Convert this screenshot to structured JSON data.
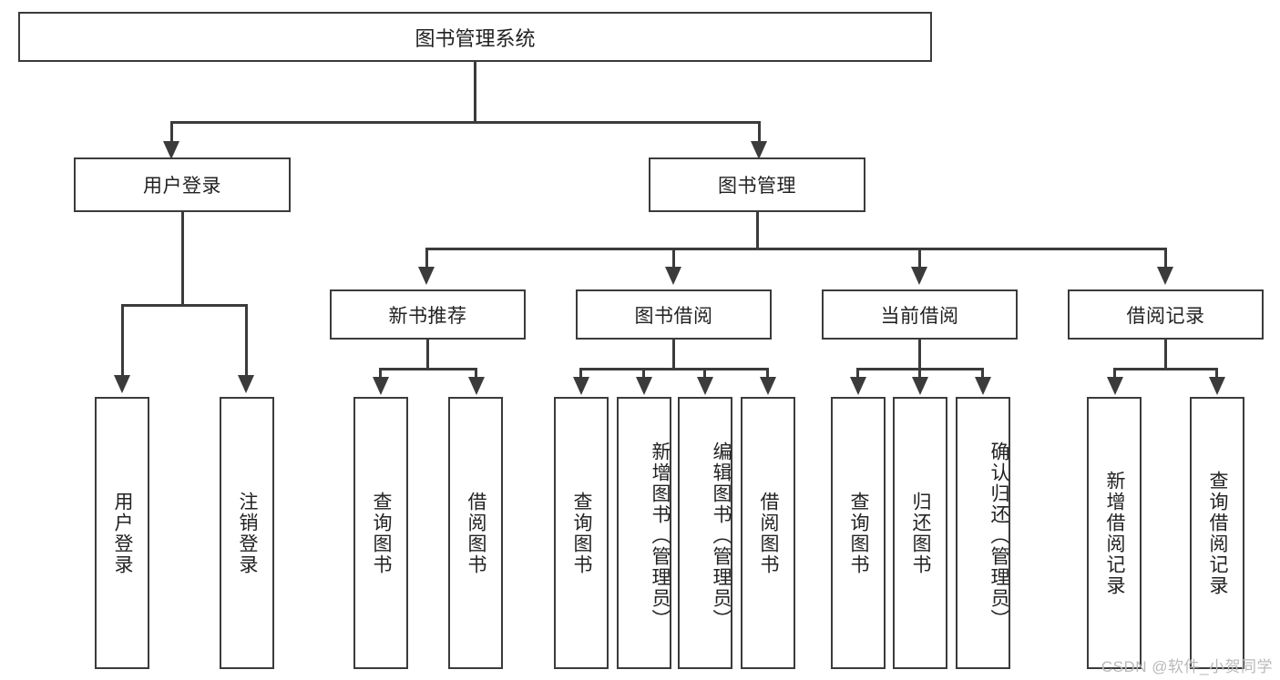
{
  "diagram": {
    "type": "hierarchy-tree",
    "title": "图书管理系统",
    "root": {
      "label": "图书管理系统"
    },
    "level1": [
      {
        "label": "用户登录"
      },
      {
        "label": "图书管理"
      }
    ],
    "level2": [
      {
        "label": "新书推荐",
        "parent": "图书管理"
      },
      {
        "label": "图书借阅",
        "parent": "图书管理"
      },
      {
        "label": "当前借阅",
        "parent": "图书管理"
      },
      {
        "label": "借阅记录",
        "parent": "图书管理"
      }
    ],
    "leaves": {
      "user_login": [
        {
          "label": "用户登录"
        },
        {
          "label": "注销登录"
        }
      ],
      "new_book_recommend": [
        {
          "label": "查询图书"
        },
        {
          "label": "借阅图书"
        }
      ],
      "book_borrow": [
        {
          "label": "查询图书"
        },
        {
          "label": "新增图书（管理员）"
        },
        {
          "label": "编辑图书（管理员）"
        },
        {
          "label": "借阅图书"
        }
      ],
      "current_borrow": [
        {
          "label": "查询图书"
        },
        {
          "label": "归还图书"
        },
        {
          "label": "确认归还（管理员）"
        }
      ],
      "borrow_record": [
        {
          "label": "新增借阅记录"
        },
        {
          "label": "查询借阅记录"
        }
      ]
    }
  },
  "watermark": {
    "text": "CSDN @软件_小贺同学"
  },
  "colors": {
    "line": "#3b3b3b",
    "text": "#222222",
    "background": "#ffffff",
    "watermark": "#b9b9b9"
  }
}
